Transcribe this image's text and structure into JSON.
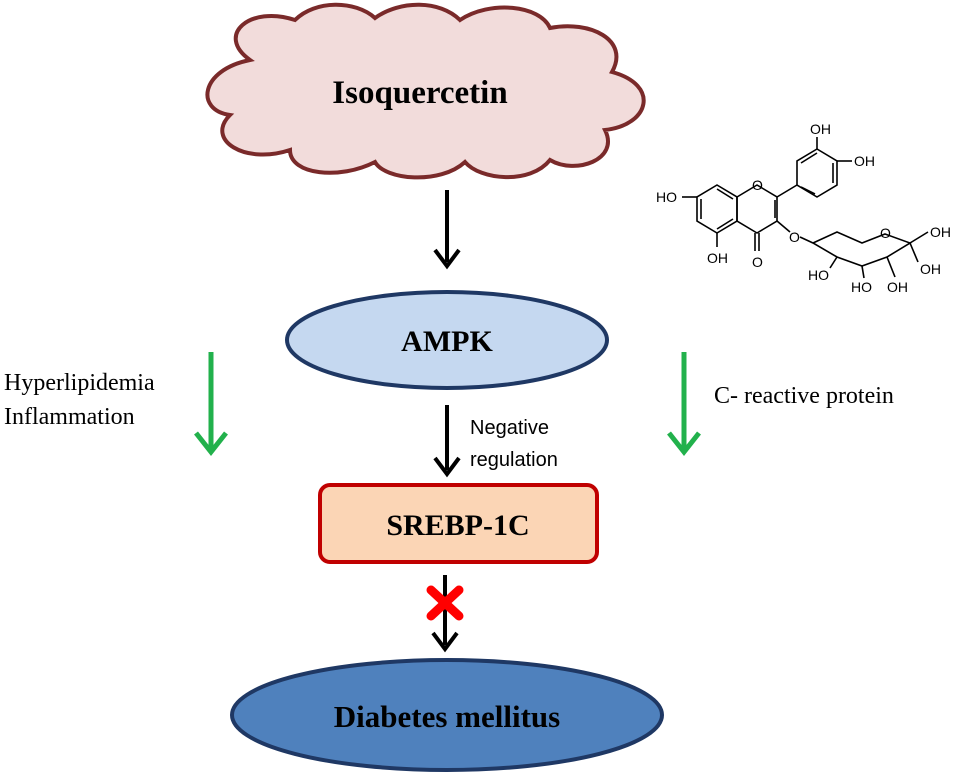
{
  "nodes": {
    "top": "Isoquercetin",
    "kinase": "AMPK",
    "factor": "SREBP-1C",
    "disease": "Diabetes mellitus"
  },
  "edge_label": {
    "line1": "Negative",
    "line2": "regulation"
  },
  "side_effects": {
    "left_line1": "Hyperlipidemia",
    "left_line2": "Inflammation",
    "right": "C- reactive protein"
  },
  "structure_labels": {
    "oh_catechol_top": "OH",
    "oh_catechol_right": "OH",
    "oh_a_ring": "HO",
    "ring_o": "O",
    "oh_5": "OH",
    "carbonyl_o": "O",
    "glyco_o": "O",
    "sugar_ring_o": "O",
    "sugar_ch2oh": "OH",
    "sugar_oh_left": "HO",
    "sugar_oh_mid": "HO",
    "sugar_oh_right": "OH",
    "sugar_oh_bottom": "OH"
  },
  "colors": {
    "cloud_fill": "#f2dcdb",
    "cloud_stroke": "#7a2a2a",
    "ampk_fill": "#c5d8f0",
    "ampk_stroke": "#1f3864",
    "srebp_fill": "#fbd5b5",
    "srebp_stroke": "#c00000",
    "disease_fill": "#4f81bd",
    "disease_stroke": "#1f3864",
    "arrow_black": "#000000",
    "arrow_green": "#22b14c",
    "block_red": "#ff0000"
  }
}
